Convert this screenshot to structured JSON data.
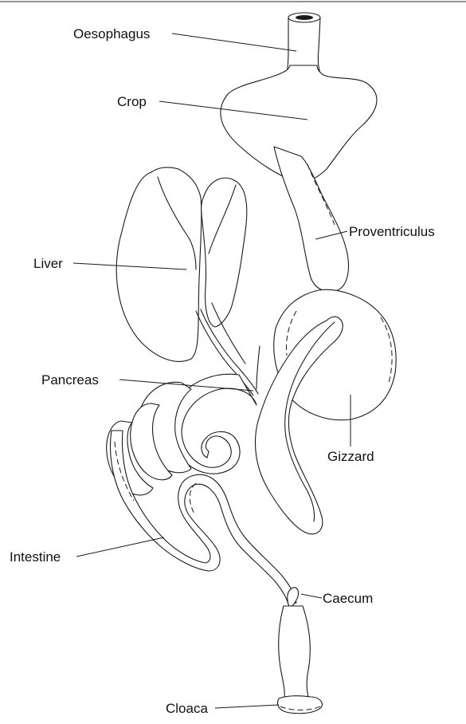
{
  "labels": {
    "oesophagus": "Oesophagus",
    "crop": "Crop",
    "proventriculus": "Proventriculus",
    "liver": "Liver",
    "pancreas": "Pancreas",
    "gizzard": "Gizzard",
    "intestine": "Intestine",
    "caecum": "Caecum",
    "cloaca": "Cloaca"
  },
  "colors": {
    "line": "#1a1a1a",
    "background": "#ffffff"
  }
}
